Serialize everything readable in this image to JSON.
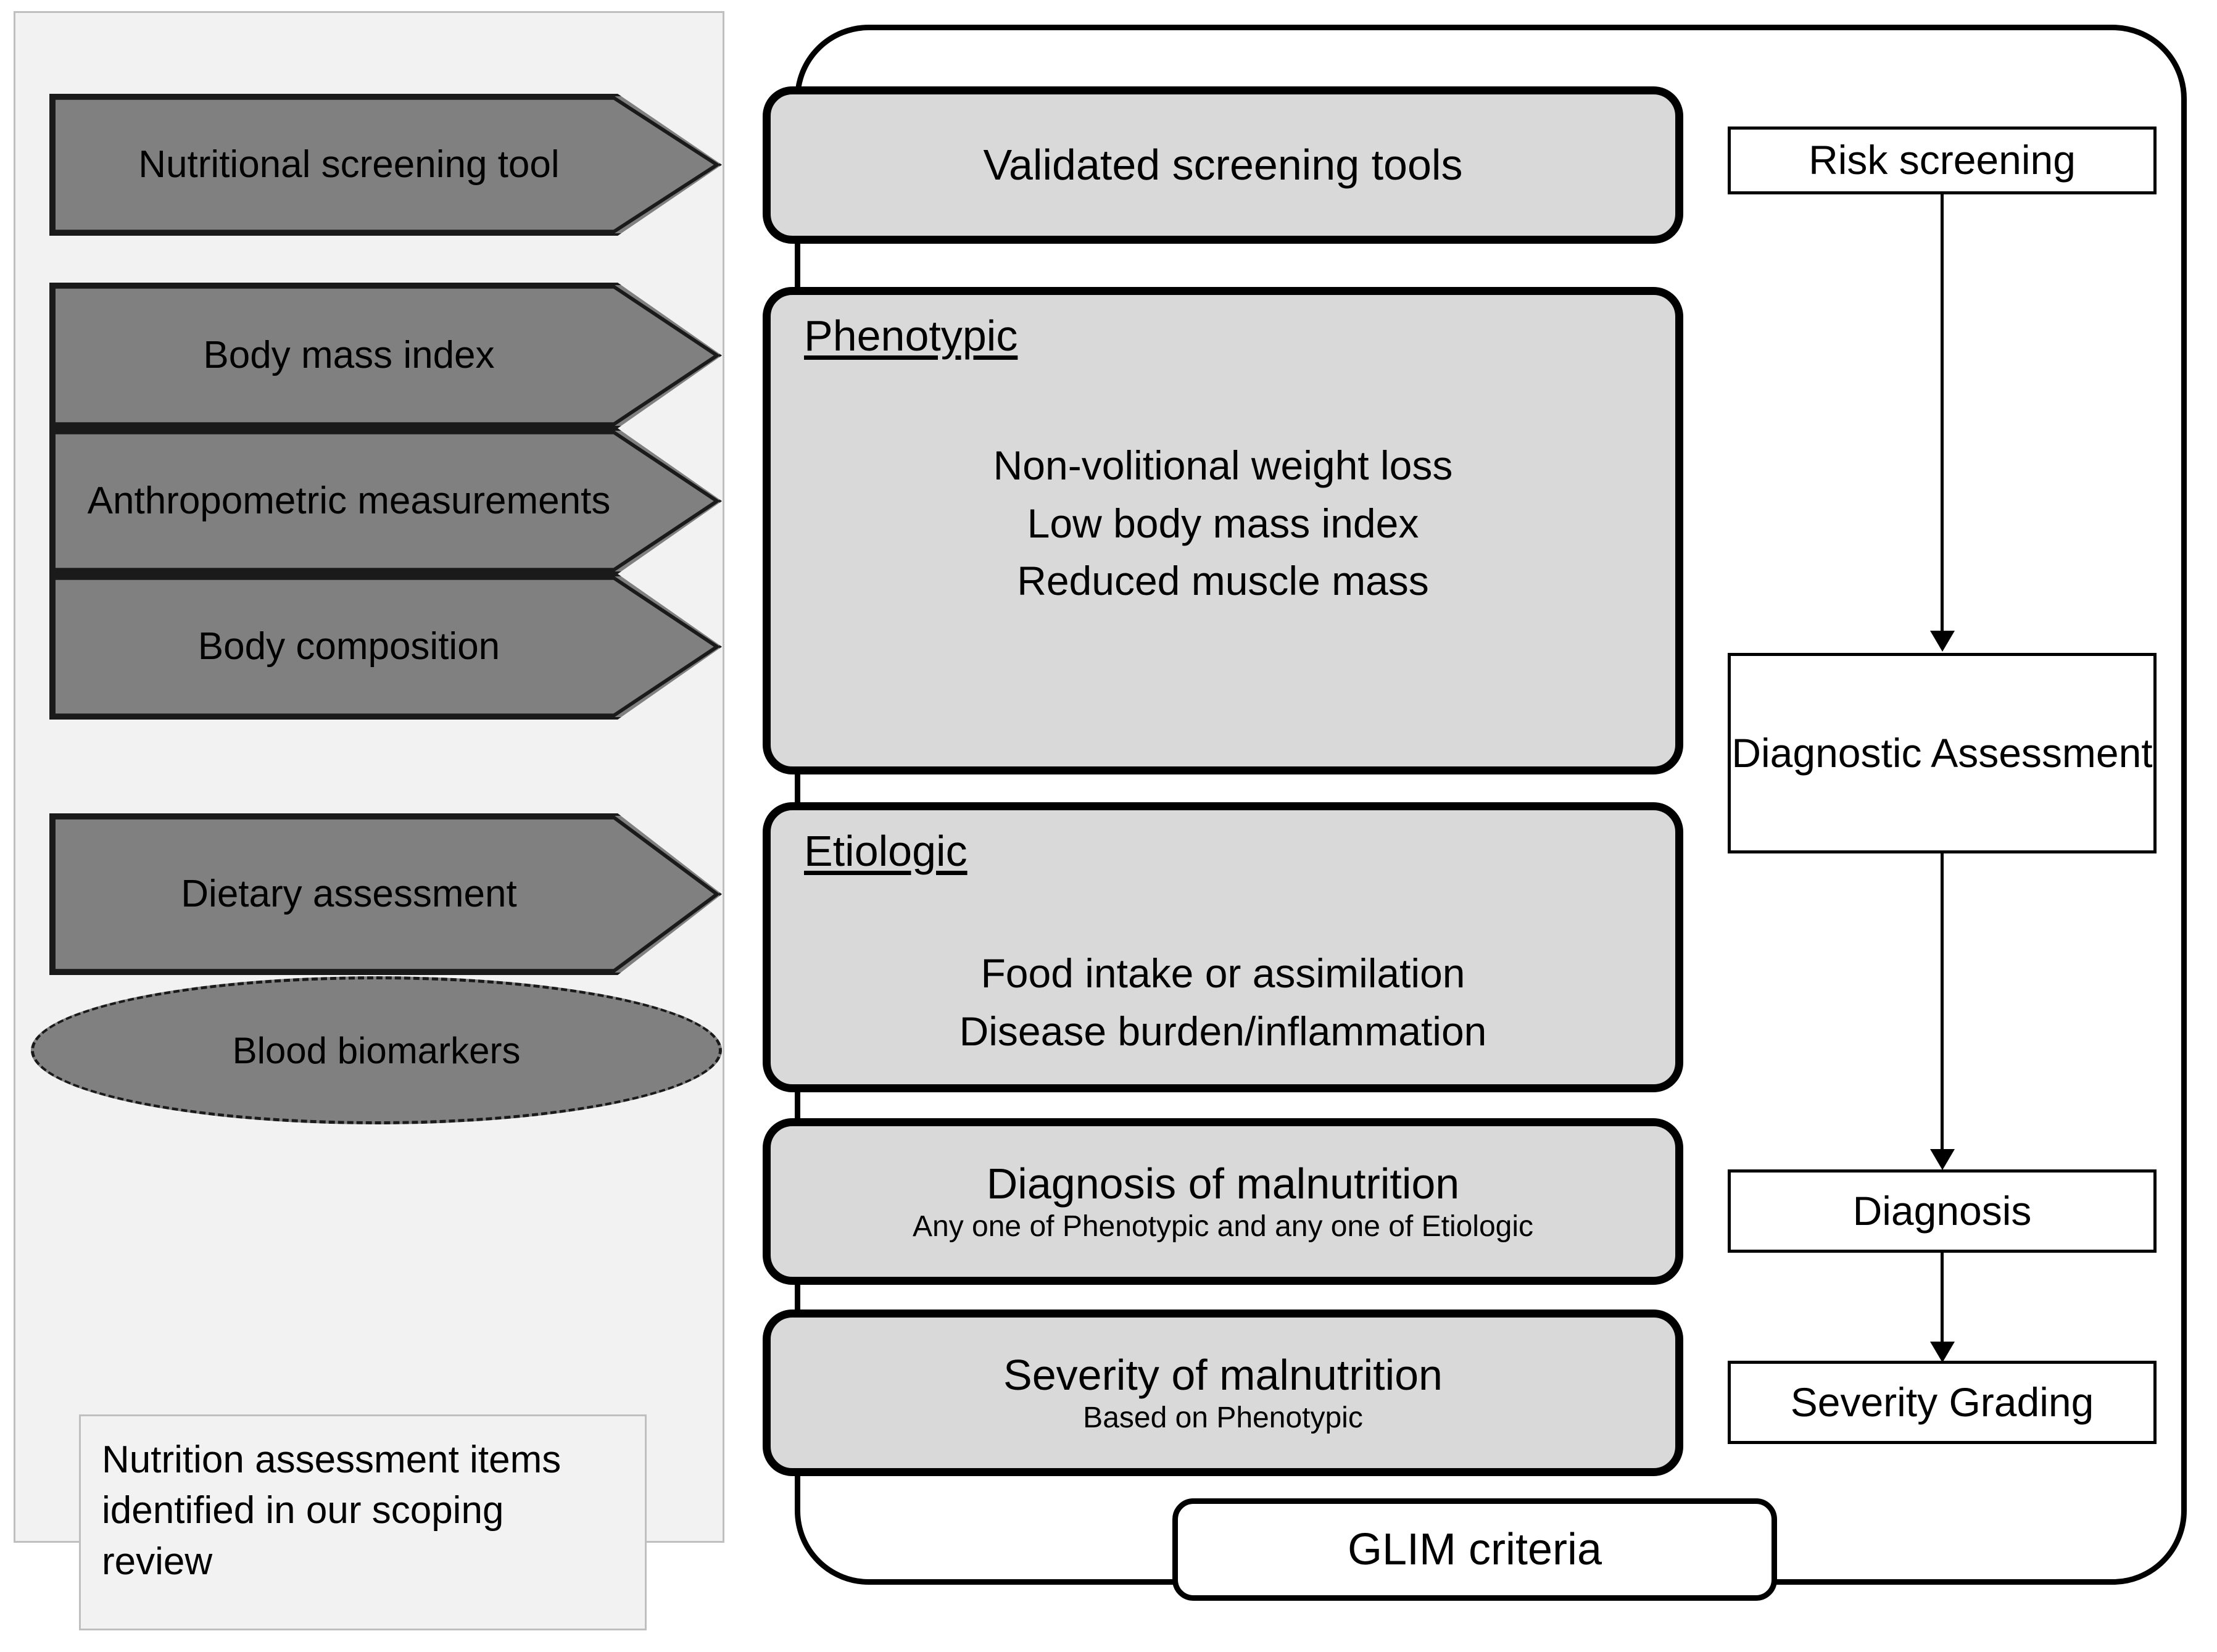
{
  "colors": {
    "arrow_fill": "#808080",
    "panel_bg": "#F2F2F2",
    "panel_border": "#BFBFBF",
    "box_fill": "#D9D9D9",
    "box_border": "#000000",
    "text": "#000000"
  },
  "left_panel": {
    "assessment_items": [
      {
        "label": "Nutritional screening tool",
        "shape": "chevron-arrow"
      },
      {
        "label": "Body mass index",
        "shape": "chevron-arrow"
      },
      {
        "label": "Anthropometric measurements",
        "shape": "chevron-arrow"
      },
      {
        "label": "Body composition",
        "shape": "chevron-arrow"
      },
      {
        "label": "Dietary assessment",
        "shape": "chevron-arrow"
      },
      {
        "label": "Blood biomarkers",
        "shape": "dashed-ellipse"
      }
    ],
    "caption": "Nutrition assessment items identified in our scoping review"
  },
  "glim": {
    "container_label": "GLIM criteria",
    "boxes": [
      {
        "name": "validated-screening-tools",
        "title": "Validated screening tools",
        "heading": "",
        "items": [],
        "sub": ""
      },
      {
        "name": "phenotypic",
        "title": "",
        "heading": "Phenotypic",
        "items": [
          "Non-volitional weight loss",
          "Low body mass index",
          "Reduced muscle mass"
        ],
        "sub": ""
      },
      {
        "name": "etiologic",
        "title": "",
        "heading": "Etiologic",
        "items": [
          "Food intake or assimilation",
          "Disease burden/inflammation"
        ],
        "sub": ""
      },
      {
        "name": "diagnosis-of-malnutrition",
        "title": "Diagnosis of malnutrition",
        "heading": "",
        "items": [],
        "sub": "Any one of Phenotypic and any one of Etiologic"
      },
      {
        "name": "severity-of-malnutrition",
        "title": "Severity of malnutrition",
        "heading": "",
        "items": [],
        "sub": "Based on Phenotypic"
      }
    ]
  },
  "process_flow": {
    "steps": [
      {
        "label": "Risk screening"
      },
      {
        "label": "Diagnostic Assessment"
      },
      {
        "label": "Diagnosis"
      },
      {
        "label": "Severity Grading"
      }
    ]
  }
}
